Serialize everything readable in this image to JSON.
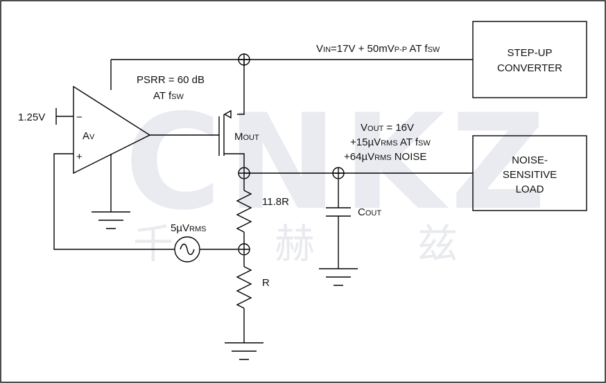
{
  "watermark": {
    "logo": "CNKZ",
    "chars": [
      "千",
      "赫",
      "兹"
    ]
  },
  "blocks": {
    "converter_line1": "STEP-UP",
    "converter_line2": "CONVERTER",
    "load_line1": "NOISE-",
    "load_line2": "SENSITIVE",
    "load_line3": "LOAD"
  },
  "vin": {
    "v": "V",
    "in_sub": "IN",
    "mid": "=17V + 50mV",
    "pp_sub": "P-P",
    "at": " AT f",
    "sw_sub": "SW"
  },
  "psrr": {
    "line1": "PSRR = 60 dB",
    "line2_prefix": "AT f",
    "line2_sub": "SW"
  },
  "vref": "1.25V",
  "amp": {
    "a": "A",
    "v_sub": "V",
    "minus": "−",
    "plus": "+"
  },
  "mosfet": {
    "m": "M",
    "out_sub": "OUT"
  },
  "vout": {
    "line1_v": "V",
    "line1_sub": "OUT",
    "line1_rest": " = 16V",
    "line2_prefix": "+15µV",
    "line2_sub": "RMS",
    "line2_rest": " AT f",
    "line2_sw": "SW",
    "line3_prefix": "+64µV",
    "line3_sub": "RMS",
    "line3_rest": " NOISE"
  },
  "r_top": "11.8R",
  "r_bottom": "R",
  "cout": {
    "c": "C",
    "out_sub": "OUT"
  },
  "noise_source": {
    "prefix": "5µV",
    "sub": "RMS"
  }
}
